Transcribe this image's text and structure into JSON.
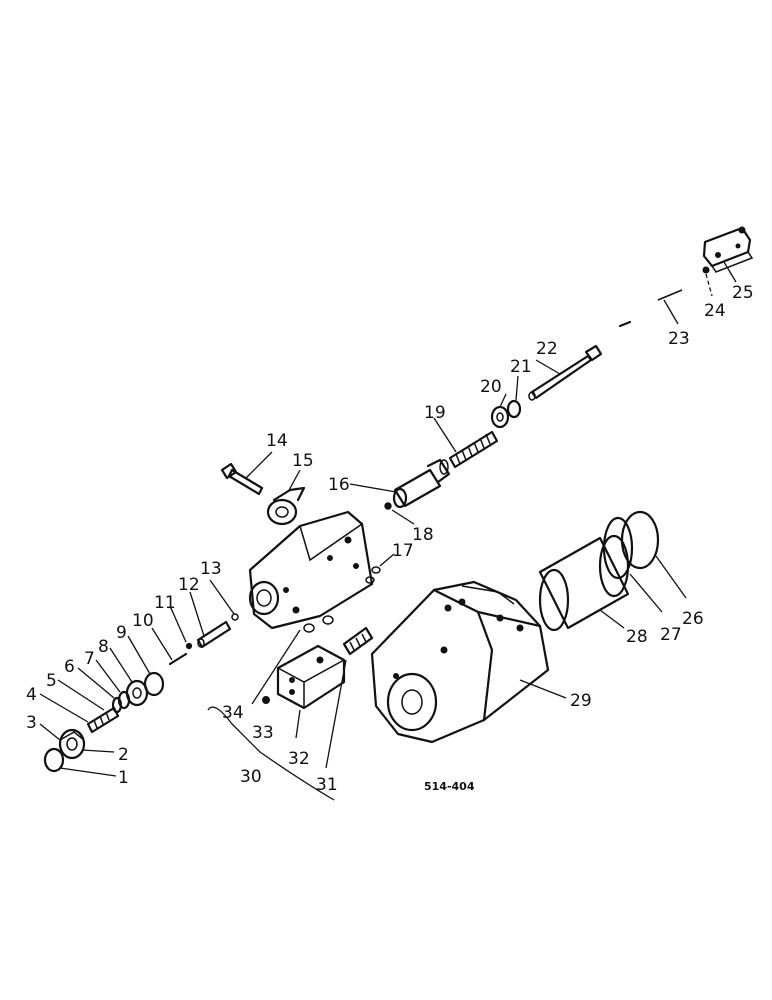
{
  "callouts": [
    {
      "id": "1",
      "label": "1"
    },
    {
      "id": "2",
      "label": "2"
    },
    {
      "id": "3",
      "label": "3"
    },
    {
      "id": "4",
      "label": "4"
    },
    {
      "id": "5",
      "label": "5"
    },
    {
      "id": "6",
      "label": "6"
    },
    {
      "id": "7",
      "label": "7"
    },
    {
      "id": "8",
      "label": "8"
    },
    {
      "id": "9",
      "label": "9"
    },
    {
      "id": "10",
      "label": "10"
    },
    {
      "id": "11",
      "label": "11"
    },
    {
      "id": "12",
      "label": "12"
    },
    {
      "id": "13",
      "label": "13"
    },
    {
      "id": "14",
      "label": "14"
    },
    {
      "id": "15",
      "label": "15"
    },
    {
      "id": "16",
      "label": "16"
    },
    {
      "id": "17",
      "label": "17"
    },
    {
      "id": "18",
      "label": "18"
    },
    {
      "id": "19",
      "label": "19"
    },
    {
      "id": "20",
      "label": "20"
    },
    {
      "id": "21",
      "label": "21"
    },
    {
      "id": "22",
      "label": "22"
    },
    {
      "id": "23",
      "label": "23"
    },
    {
      "id": "24",
      "label": "24"
    },
    {
      "id": "25",
      "label": "25"
    },
    {
      "id": "26",
      "label": "26"
    },
    {
      "id": "27",
      "label": "27"
    },
    {
      "id": "28",
      "label": "28"
    },
    {
      "id": "29",
      "label": "29"
    },
    {
      "id": "30",
      "label": "30"
    },
    {
      "id": "31",
      "label": "31"
    },
    {
      "id": "32",
      "label": "32"
    },
    {
      "id": "33",
      "label": "33"
    },
    {
      "id": "34",
      "label": "34"
    }
  ],
  "reference_code": "514-404"
}
